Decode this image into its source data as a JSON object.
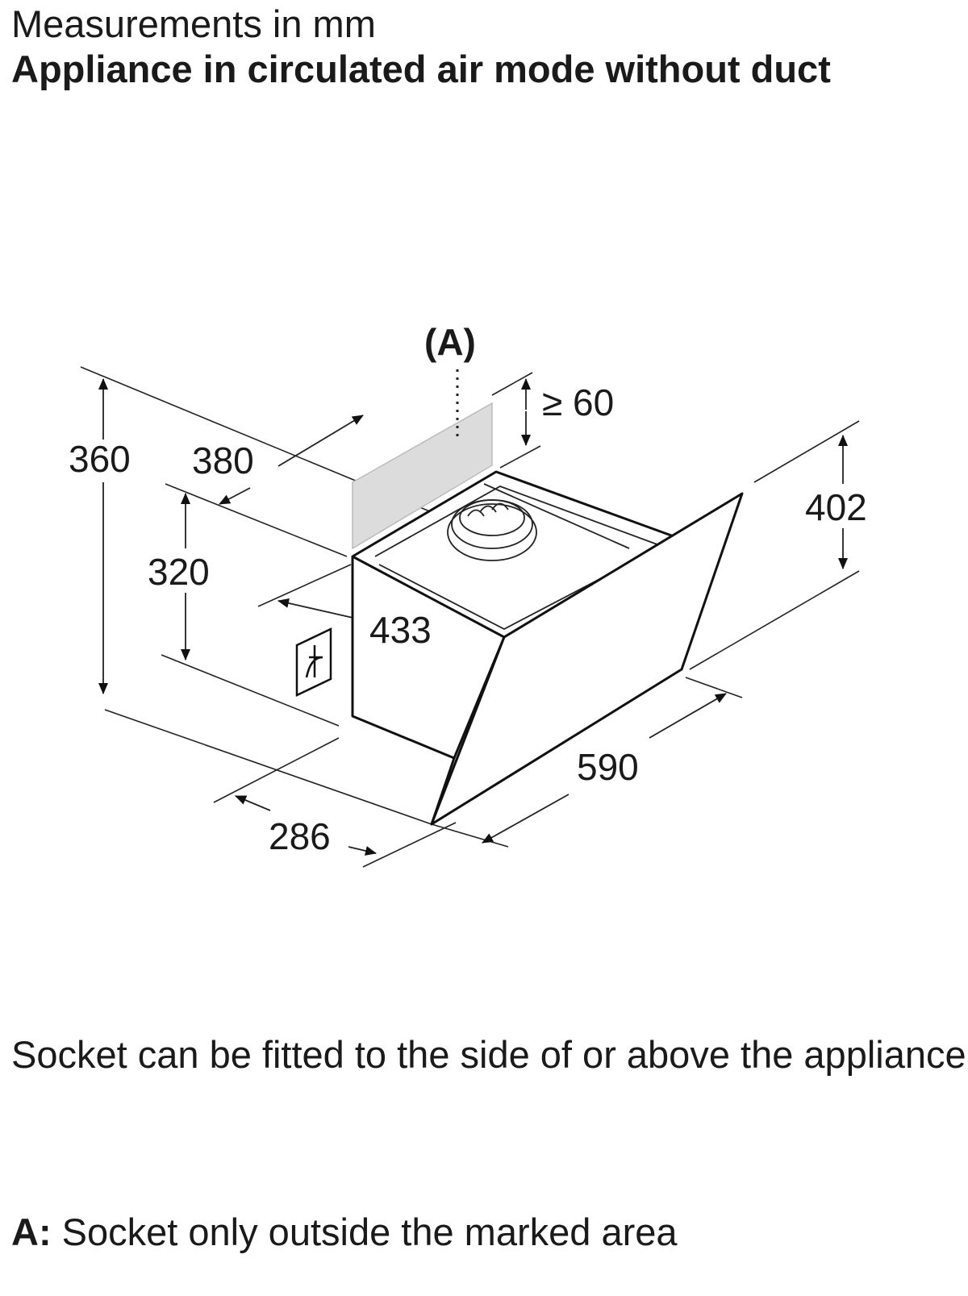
{
  "header": {
    "units_note": "Measurements in mm",
    "title": "Appliance in circulated air mode without duct"
  },
  "diagram": {
    "marker_label": "(A)",
    "dimensions": {
      "total_height": "360",
      "depth_top": "380",
      "body_height": "320",
      "body_width": "433",
      "bottom_depth": "286",
      "glass_width": "590",
      "glass_height": "402",
      "clearance": "≥ 60"
    }
  },
  "notes": {
    "socket_note": "Socket can be fitted to the side of or above the appliance",
    "legend_key": "A:",
    "legend_text": "Socket only outside the marked area"
  }
}
